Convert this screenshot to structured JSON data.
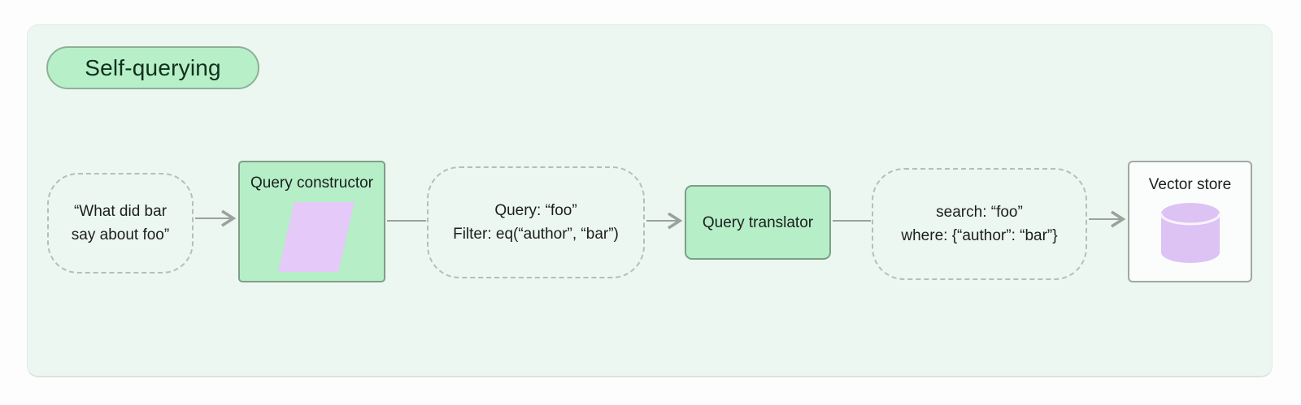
{
  "title_badge": "Self-querying",
  "flow": {
    "input_query": {
      "line1": "“What did bar",
      "line2": "say about foo”"
    },
    "query_constructor": {
      "label": "Query constructor",
      "icon": "parallelogram-shape"
    },
    "structured_query": {
      "line1": "Query: “foo”",
      "line2": "Filter: eq(“author”, “bar”)"
    },
    "query_translator": {
      "label": "Query translator"
    },
    "translated_query": {
      "line1": "search: “foo”",
      "line2": "where: {“author”: “bar”}"
    },
    "vector_store": {
      "label": "Vector store",
      "icon": "database-cylinder"
    }
  },
  "colors": {
    "panel_background": "#edf7f1",
    "badge_fill": "#b7efc8",
    "badge_border": "#8fb096",
    "node_green_fill": "#b5eec7",
    "node_green_border": "#7f9e88",
    "purple_shape": "#e5c9f8",
    "dashed_border": "#b7beb9",
    "connector_gray": "#9aa29c",
    "text_dark": "#1c1f1d"
  }
}
